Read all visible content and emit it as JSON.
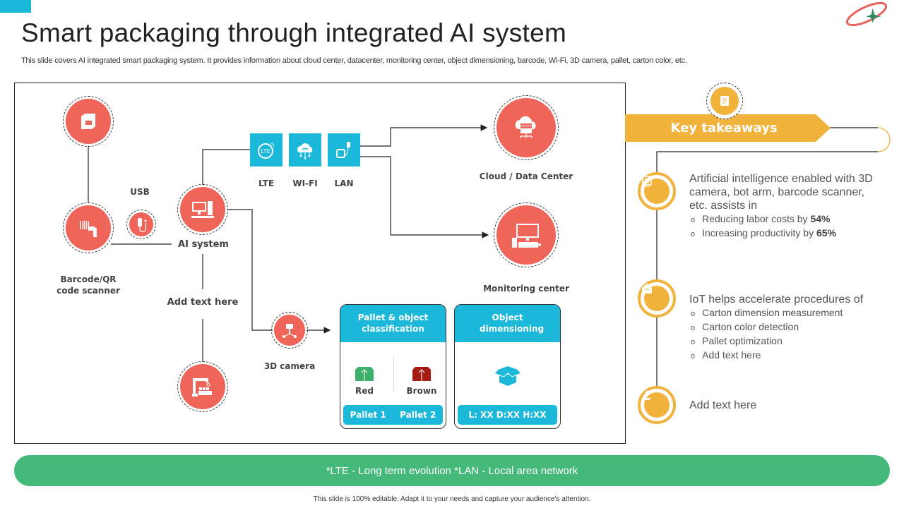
{
  "title": "Smart packaging through integrated AI system",
  "subtitle": "This slide covers AI integrated smart packaging system. It provides information about cloud center, datacenter, monitoring center, object dimensioning, barcode, Wi-Fi, 3D camera, pallet, carton color, etc.",
  "diagram": {
    "usb": "USB",
    "lte": "LTE",
    "wifi": "WI-FI",
    "lan": "LAN",
    "ai_system": "AI system",
    "barcode": "Barcode/QR code scanner",
    "add_text": "Add text here",
    "camera": "3D camera",
    "cloud": "Cloud / Data Center",
    "monitoring": "Monitoring center",
    "pallet_card": {
      "title": "Pallet & object classification",
      "left_label": "Red",
      "right_label": "Brown",
      "pallet1": "Pallet 1",
      "pallet2": "Pallet 2"
    },
    "object_card": {
      "title": "Object dimensioning",
      "value": "L: XX D:XX H:XX"
    }
  },
  "takeaways": {
    "title": "Key takeaways",
    "items": [
      {
        "text": "Artificial intelligence enabled with 3D camera, bot arm, barcode scanner, etc. assists in",
        "bullets": [
          {
            "pre": "Reducing labor costs by ",
            "bold": "54%"
          },
          {
            "pre": "Increasing productivity by ",
            "bold": "65%"
          }
        ]
      },
      {
        "text": "IoT helps accelerate procedures of",
        "bullets": [
          {
            "pre": "Carton dimension measurement"
          },
          {
            "pre": "Carton color detection"
          },
          {
            "pre": "Pallet optimization"
          },
          {
            "pre": "Add text here"
          }
        ]
      },
      {
        "text": "Add text here"
      }
    ]
  },
  "note": "*LTE - Long term evolution *LAN - Local area network",
  "footer": "This slide is 100% editable. Adapt it to your needs and capture your audience's attention.",
  "colors": {
    "red": "#F0655A",
    "cyan": "#1BB8DA",
    "yellow": "#F2B33D",
    "green": "#45B97A"
  }
}
